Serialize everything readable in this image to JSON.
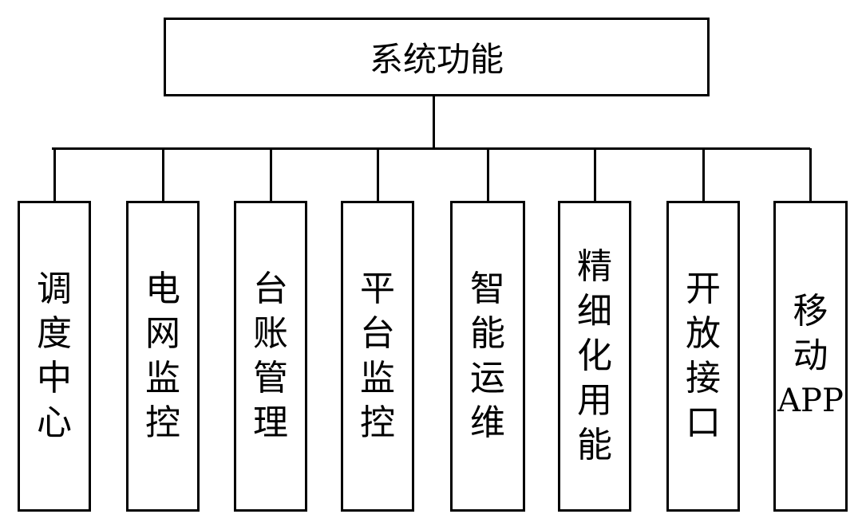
{
  "root": {
    "label": "系统功能"
  },
  "children": [
    {
      "label": "调度中心",
      "lines": [
        "调",
        "度",
        "中",
        "心"
      ]
    },
    {
      "label": "电网监控",
      "lines": [
        "电",
        "网",
        "监",
        "控"
      ]
    },
    {
      "label": "台账管理",
      "lines": [
        "台",
        "账",
        "管",
        "理"
      ]
    },
    {
      "label": "平台监控",
      "lines": [
        "平",
        "台",
        "监",
        "控"
      ]
    },
    {
      "label": "智能运维",
      "lines": [
        "智",
        "能",
        "运",
        "维"
      ]
    },
    {
      "label": "精细化用能",
      "lines": [
        "精",
        "细",
        "化",
        "用",
        "能"
      ]
    },
    {
      "label": "开放接口",
      "lines": [
        "开",
        "放",
        "接",
        "口"
      ]
    },
    {
      "label": "移动APP",
      "lines": [
        "移",
        "动",
        "APP"
      ]
    }
  ]
}
